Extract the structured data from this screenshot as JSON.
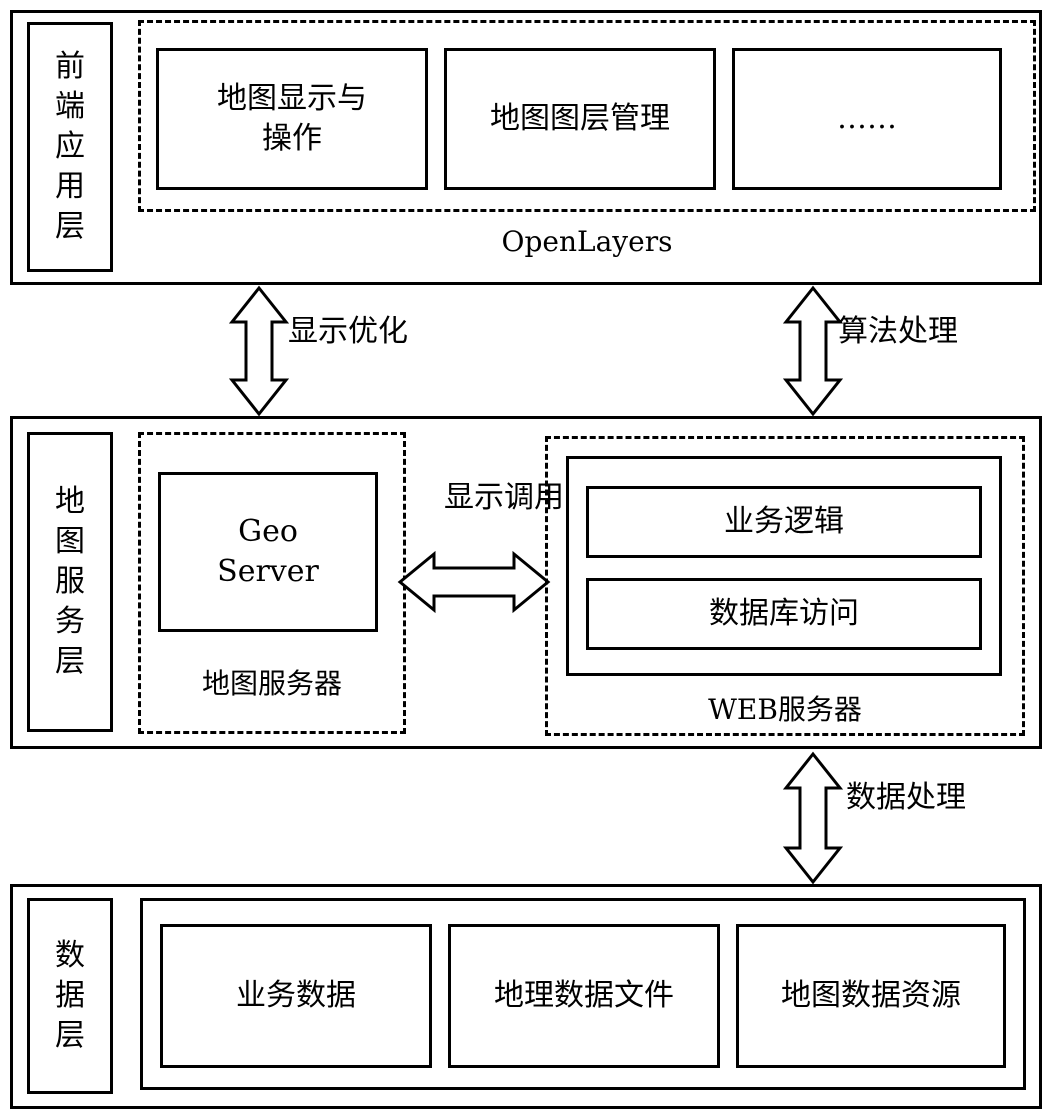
{
  "frontend": {
    "layer_label": "前端应用层",
    "group_label": "OpenLayers",
    "boxes": [
      "地图显示与操作",
      "地图图层管理",
      "……"
    ]
  },
  "service": {
    "layer_label": "地图服务层",
    "geoserver_label": "Geo Server",
    "geo_group_label": "地图服务器",
    "web_items": [
      "业务逻辑",
      "数据库访问"
    ],
    "web_group_label": "WEB服务器"
  },
  "data": {
    "layer_label": "数据层",
    "boxes": [
      "业务数据",
      "地理数据文件",
      "地图数据资源"
    ]
  },
  "arrows": {
    "display_opt": "显示优化",
    "algo": "算法处理",
    "display_call": "显示调用",
    "data_proc": "数据处理"
  }
}
